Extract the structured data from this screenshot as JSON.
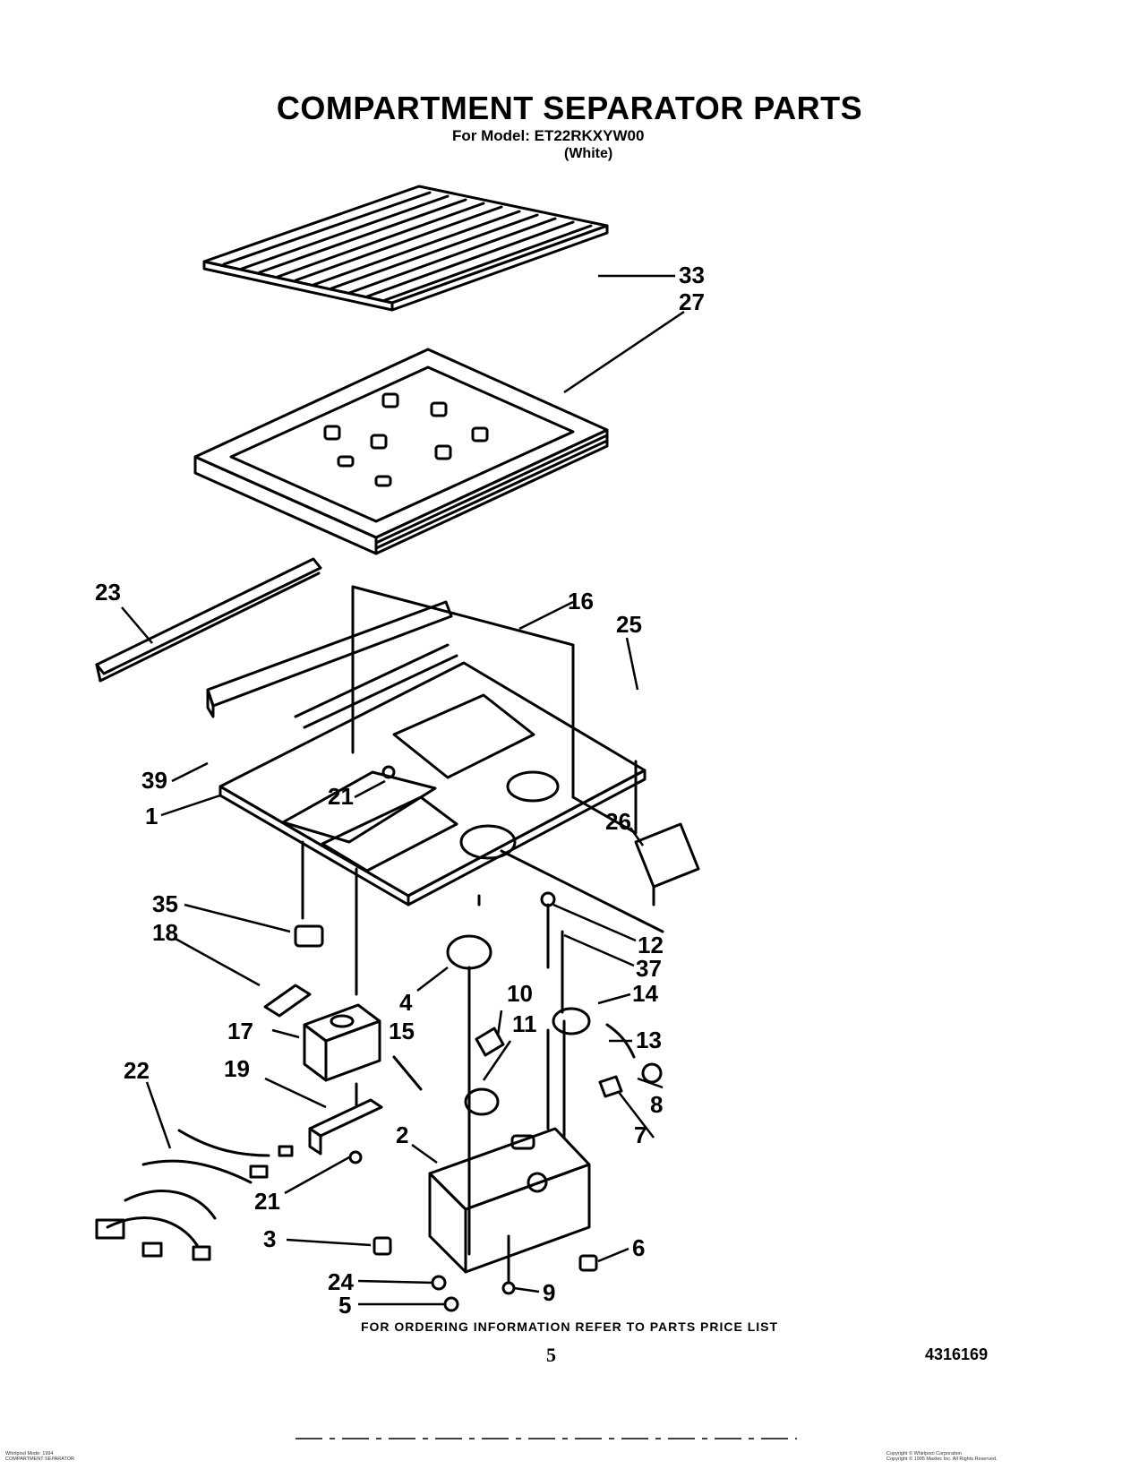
{
  "header": {
    "title": "COMPARTMENT SEPARATOR PARTS",
    "model_line": "For Model: ET22RKXYW00",
    "color_line": "(White)"
  },
  "callouts": [
    "33",
    "27",
    "23",
    "16",
    "25",
    "39",
    "1",
    "21",
    "26",
    "35",
    "18",
    "12",
    "37",
    "4",
    "10",
    "14",
    "17",
    "15",
    "11",
    "13",
    "19",
    "22",
    "8",
    "7",
    "2",
    "21",
    "3",
    "6",
    "24",
    "9",
    "5"
  ],
  "footer": {
    "ordering_info": "FOR ORDERING INFORMATION REFER TO PARTS PRICE LIST",
    "page_number": "5",
    "document_number": "4316169",
    "fine_print_left": [
      "Whirlpool Mode: 1994",
      "COMPARTMENT SEPARATOR"
    ],
    "fine_print_right": [
      "Copyright © Whirlpool Corporation",
      "Copyright © 1995 Maxtec Inc. All Rights Reserved."
    ]
  }
}
